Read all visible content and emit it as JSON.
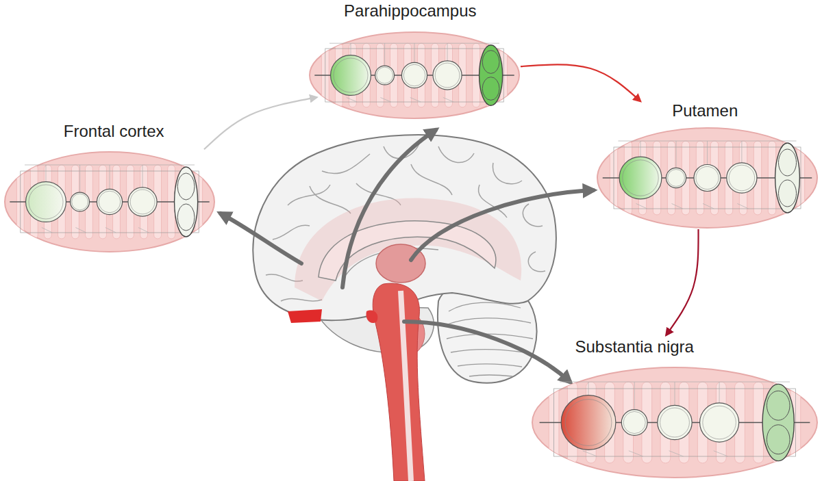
{
  "diagram": {
    "nodes": [
      {
        "text": [
          "Frontal cortex"
        ]
      },
      {
        "text": [
          "Parahippocampus"
        ]
      },
      {
        "text": [
          "Putamen"
        ]
      },
      {
        "text": [
          "Substantia nigra"
        ]
      }
    ],
    "edges": [
      {
        "from": 0,
        "to": 1,
        "arrow": "to"
      },
      {
        "from": 1,
        "to": 2,
        "arrow": "to"
      },
      {
        "from": 2,
        "to": 3,
        "arrow": "to"
      }
    ]
  }
}
